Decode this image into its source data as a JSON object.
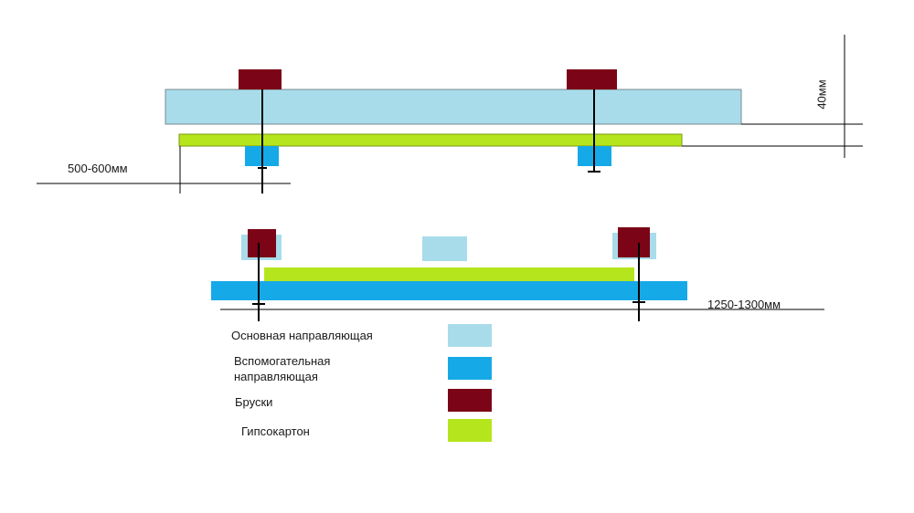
{
  "colors": {
    "main_guide": "#a8dcea",
    "aux_guide": "#16a9e8",
    "bar": "#7b0416",
    "drywall": "#b5e61d",
    "line": "#000000"
  },
  "dimensions": {
    "height_label": "40мм",
    "spacing_label": "500-600мм",
    "length_label": "1250-1300мм"
  },
  "legend": [
    {
      "key": "main_guide",
      "label": "Основная направляющая"
    },
    {
      "key": "aux_guide",
      "label": "Вспомогательная направляющая"
    },
    {
      "key": "bar",
      "label": "Бруски"
    },
    {
      "key": "drywall",
      "label": "Гипсокартон"
    }
  ]
}
